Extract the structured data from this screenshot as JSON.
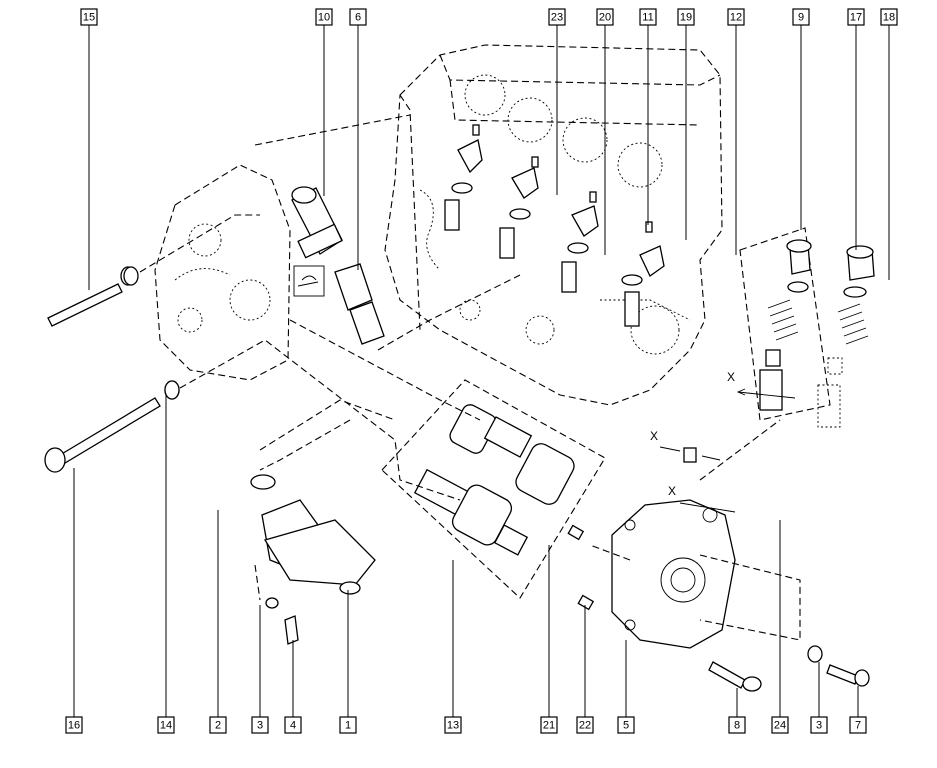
{
  "diagram": {
    "callouts": [
      "15",
      "10",
      "6",
      "23",
      "20",
      "11",
      "19",
      "12",
      "9",
      "17",
      "18",
      "16",
      "14",
      "2",
      "3",
      "4",
      "1",
      "13",
      "21",
      "22",
      "5",
      "8",
      "24",
      "3",
      "7"
    ],
    "dimension_label": "X"
  }
}
